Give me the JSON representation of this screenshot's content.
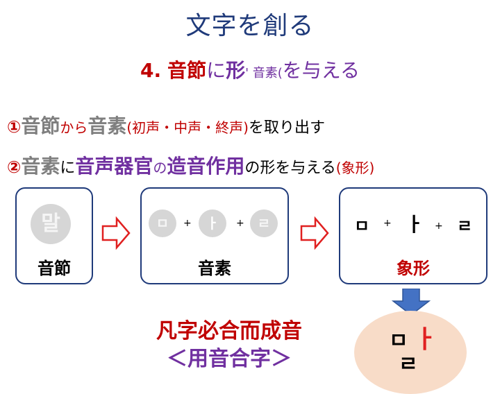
{
  "title": "文字を創る",
  "subtitle": {
    "number": "4.",
    "part1": "音節",
    "part2": "に",
    "part3": "形",
    "part4": "' 音素(",
    "part5": "を与える"
  },
  "line1": {
    "circled": "①",
    "w1": "音節",
    "w2": "から",
    "w3": "音素",
    "w4": "(初声・中声・終声)",
    "w5": "を取り出す"
  },
  "line2": {
    "circled": "②",
    "w1": "音素",
    "w2": "に",
    "w3": "音声器官",
    "w4": "の",
    "w5": "造音作用",
    "w6": "の形を与える",
    "w7": "(象形)"
  },
  "boxes": [
    {
      "label": "音節",
      "glyph": "말"
    },
    {
      "label": "音素",
      "jamo": [
        "ㅁ",
        "ㅏ",
        "ㄹ"
      ],
      "plus": "+"
    },
    {
      "label": "象形",
      "jamo": [
        "ㅁ",
        "ㅏ",
        "ㄹ"
      ],
      "plus": "+"
    }
  ],
  "bottom": {
    "line1": "凡字必合而成音",
    "line2": "＜用音合字＞"
  },
  "result": {
    "initial": "ㅁ",
    "medial": "ㅏ",
    "final": "ㄹ"
  },
  "colors": {
    "title": "#1f3a7a",
    "red": "#c00000",
    "purple": "#7030a0",
    "gray": "#7f7f7f",
    "box_border": "#1f3a7a",
    "arrow_outline": "#e02020",
    "arrow_down": "#4472c4",
    "ellipse": "#f8dcc8"
  }
}
